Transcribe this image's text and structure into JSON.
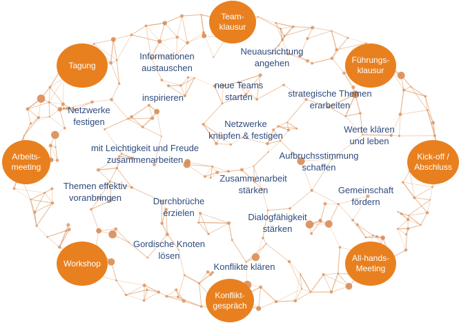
{
  "colors": {
    "circle": "#e8801f",
    "text": "#2e4a7d",
    "network": "#e2a778",
    "node": "#d98d55"
  },
  "formats": [
    {
      "id": "team",
      "text": "Team-\nklausur"
    },
    {
      "id": "tagung",
      "text": "Tagung"
    },
    {
      "id": "fuehrung",
      "text": "Führungs-\nklausur"
    },
    {
      "id": "arbeits",
      "text": "Arbeits-\nmeeting"
    },
    {
      "id": "kickoff",
      "text": "Kick-off /\nAbschluss"
    },
    {
      "id": "workshop",
      "text": "Workshop"
    },
    {
      "id": "allhands",
      "text": "All-hands-\nMeeting"
    },
    {
      "id": "konflikt",
      "text": "Konflikt-\ngespräch"
    }
  ],
  "goals": [
    {
      "id": "info",
      "text": "Informationen\naustauschen"
    },
    {
      "id": "neuausrichtung",
      "text": "Neuausrichtung\nangehen"
    },
    {
      "id": "neueteams",
      "text": "neue Teams\nstarten"
    },
    {
      "id": "inspirieren",
      "text": "inspirieren"
    },
    {
      "id": "strategisch",
      "text": "strategische Themen\nerarbeiten"
    },
    {
      "id": "netzwerkefestigen",
      "text": "Netzwerke\nfestigen"
    },
    {
      "id": "netzwerkeknuepfen",
      "text": "Netzwerke\nknüpfen & festigen"
    },
    {
      "id": "werte",
      "text": "Werte klären\nund leben"
    },
    {
      "id": "leichtigkeit",
      "text": "mit Leichtigkeit und Freude\nzusammenarbeiten"
    },
    {
      "id": "aufbruch",
      "text": "Aufbruchsstimmung\nschaffen"
    },
    {
      "id": "zusammenarbeit",
      "text": "Zusammenarbeit\nstärken"
    },
    {
      "id": "themen",
      "text": "Themen effektiv\nvoranbringen"
    },
    {
      "id": "gemeinschaft",
      "text": "Gemeinschaft\nfördern"
    },
    {
      "id": "durchbrueche",
      "text": "Durchbrüche\nerzielen"
    },
    {
      "id": "dialog",
      "text": "Dialogfähigkeit\nstärken"
    },
    {
      "id": "gordisch",
      "text": "Gordische Knoten\nlösen"
    },
    {
      "id": "konflikte",
      "text": "Konflikte klären"
    }
  ]
}
